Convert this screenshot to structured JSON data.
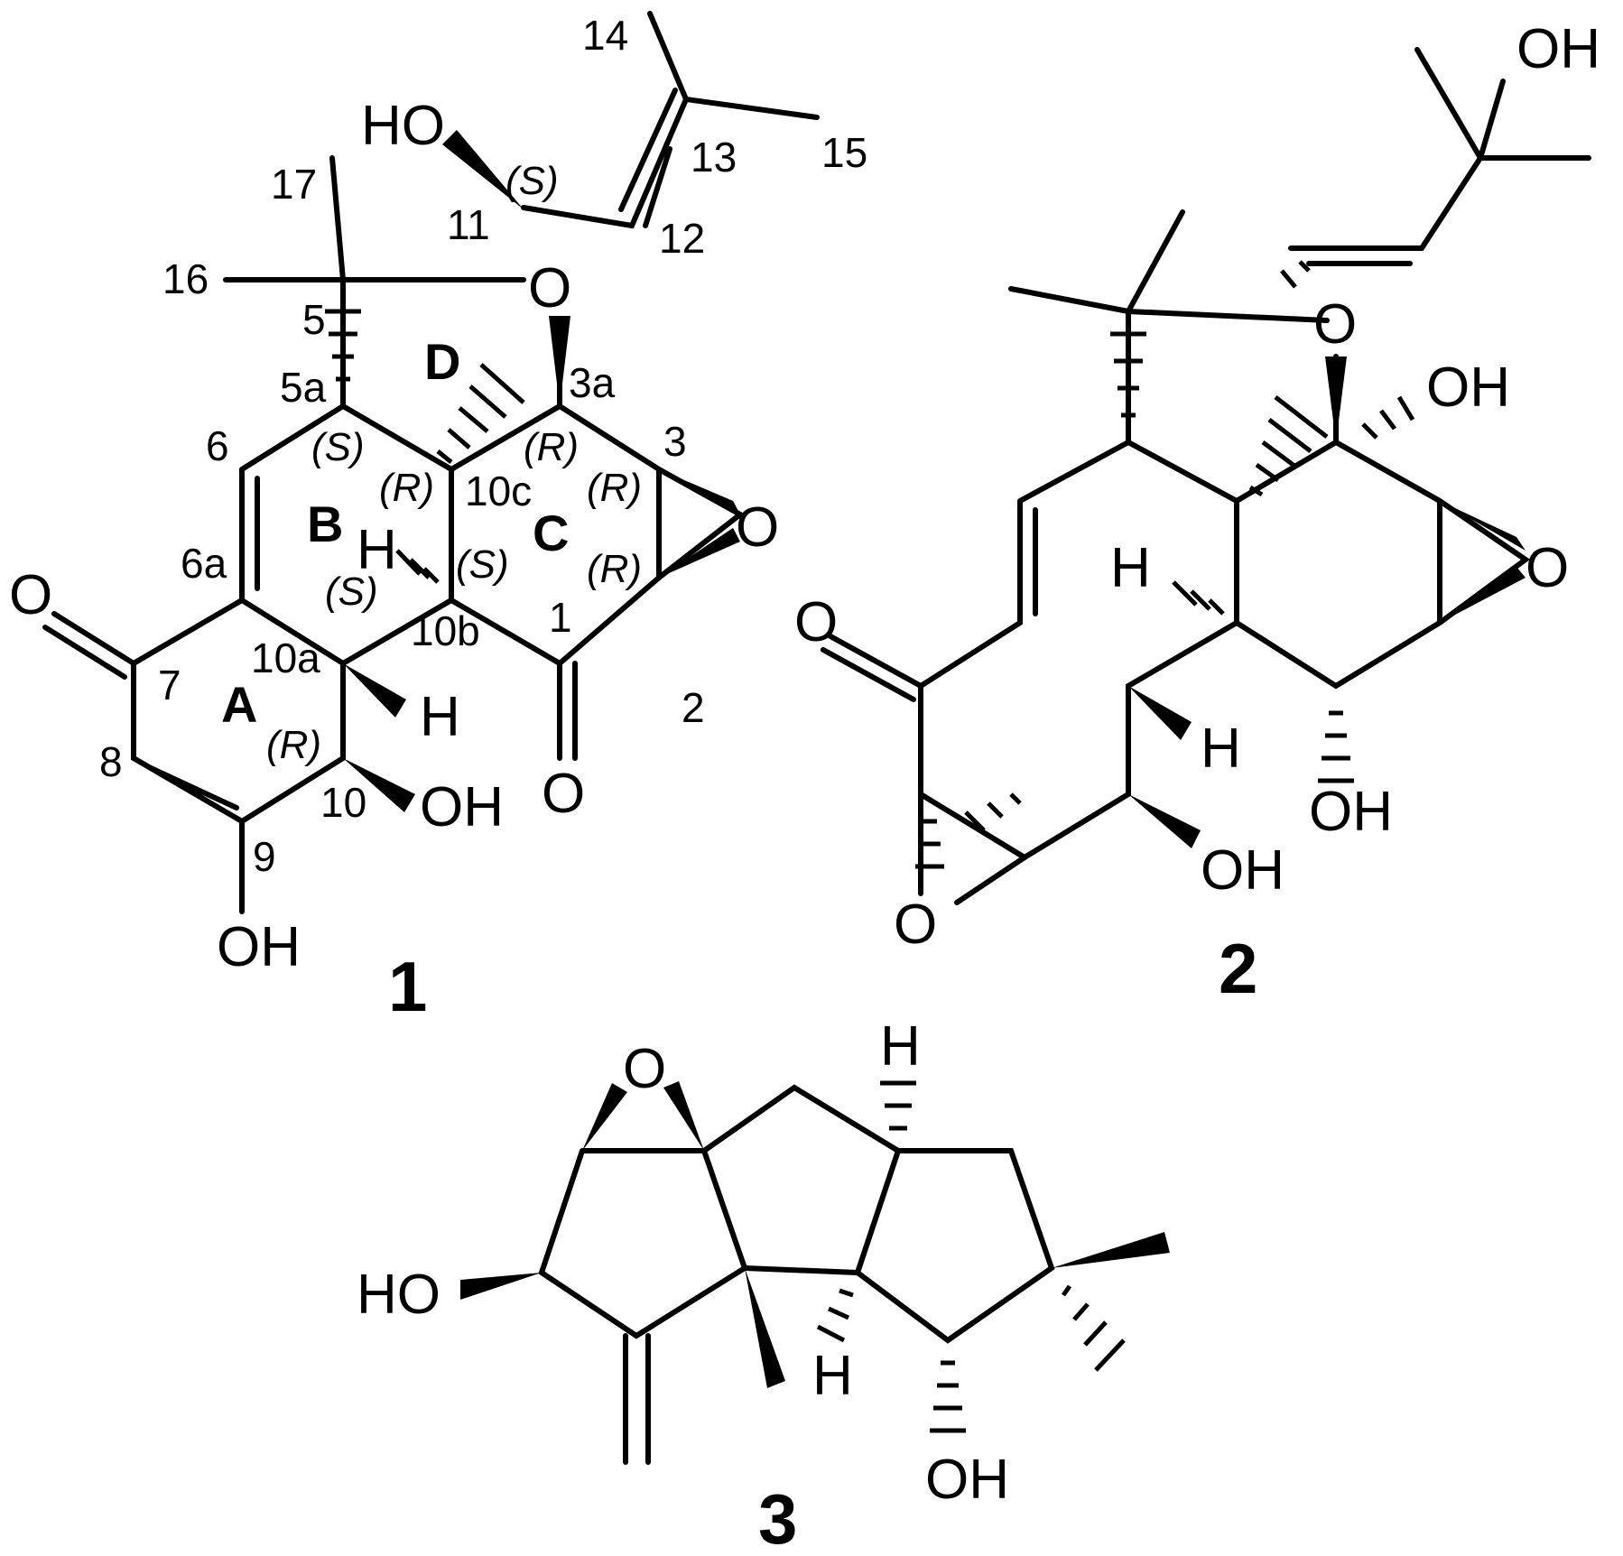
{
  "figure": {
    "compounds": [
      {
        "id": "1",
        "ring_labels": [
          "A",
          "B",
          "C",
          "D"
        ],
        "atoms": {
          "o_top": "O",
          "ho_11": "HO",
          "o_ketone7": "O",
          "o_ketone1": "O",
          "o_epoxide": "O",
          "oh_10": "OH",
          "oh_9": "OH",
          "h_10a": "H",
          "h_10b": "H"
        },
        "numbering": {
          "n14": "14",
          "n15": "15",
          "n13": "13",
          "n12": "12",
          "n11": "11",
          "n17": "17",
          "n16": "16",
          "n5": "5",
          "n5a": "5a",
          "n6": "6",
          "n10c": "10c",
          "n3a": "3a",
          "n3": "3",
          "n6a": "6a",
          "n7": "7",
          "n10a": "10a",
          "n10b": "10b",
          "n1": "1",
          "n2": "2",
          "n8": "8",
          "n10": "10",
          "n9": "9"
        },
        "stereo": {
          "s11": "(S)",
          "s5a": "(S)",
          "r10c": "(R)",
          "rc3a": "(R)",
          "r3": "(R)",
          "s10b": "(S)",
          "r2": "(R)",
          "s10a": "(S)",
          "r10": "(R)"
        }
      },
      {
        "id": "2",
        "atoms": {
          "oh_top": "OH",
          "o_ring": "O",
          "oh_right": "OH",
          "o_epoxide_right": "O",
          "o_ketone": "O",
          "h_left": "H",
          "h_mid": "H",
          "oh_bottom": "OH",
          "oh_lower": "OH",
          "o_epoxide_left": "O"
        }
      },
      {
        "id": "3",
        "atoms": {
          "o_epoxide": "O",
          "h_top": "H",
          "ho_left": "HO",
          "h_bottom": "H",
          "oh_bottom": "OH"
        }
      }
    ]
  }
}
